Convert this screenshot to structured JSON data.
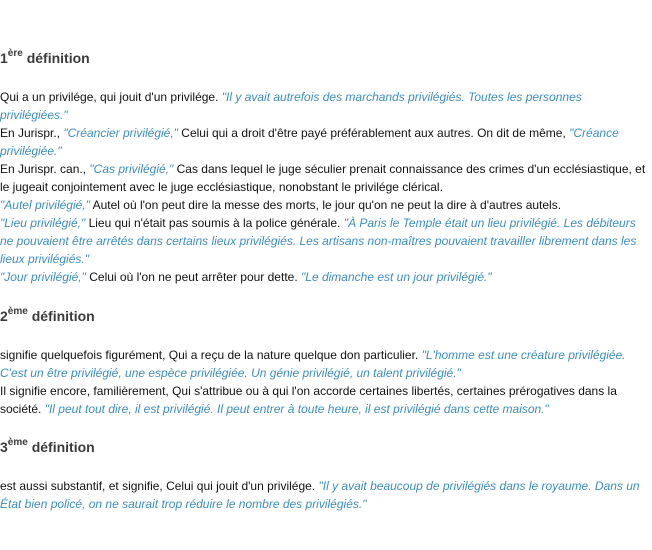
{
  "definitions": [
    {
      "number": "1",
      "suffix": "ère",
      "label": "définition",
      "entries": [
        {
          "text": "Qui a un privilége, qui jouit d'un privilége.",
          "quote": "\"Il y avait autrefois des marchands privilégiés. Toutes les personnes privilégiées.\""
        },
        {
          "text": "En Jurispr.,",
          "quote": "\"Créancier privilégié,\"",
          "text2": "Celui qui a droit d'être payé préférablement aux autres. On dit de même,",
          "quote2": "\"Créance privilégiée.\""
        },
        {
          "text": "En Jurispr. can.,",
          "quote": "\"Cas privilégié,\"",
          "text2": "Cas dans lequel le juge séculier prenait connaissance des crimes d'un ecclésiastique, et le jugeait conjointement avec le juge ecclésiastique, nonobstant le privilége clérical."
        },
        {
          "quote": "\"Autel privilégié,\"",
          "text": "Autel où l'on peut dire la messe des morts, le jour qu'on ne peut la dire à d'autres autels."
        },
        {
          "quote": "\"Lieu privilégié,\"",
          "text": "Lieu qui n'était pas soumis à la police générale.",
          "quote2": "\"À Paris le Temple était un lieu privilégié. Les débiteurs ne pouvaient être arrêtés dans certains lieux privilégiés. Les artisans non-maîtres pouvaient travailler librement dans les lieux privilégiés.\""
        },
        {
          "quote": "\"Jour privilégié,\"",
          "text": "Celui où l'on ne peut arrêter pour dette.",
          "quote2": "\"Le dimanche est un jour privilégié.\""
        }
      ]
    },
    {
      "number": "2",
      "suffix": "ème",
      "label": "définition",
      "entries": [
        {
          "text": "signifie quelquefois figurément, Qui a reçu de la nature quelque don particulier.",
          "quote": "\"L'homme est une créature privilégiée. C'est un être privilégié, une espèce privilégiée. Un génie privilégié, un talent privilégié.\""
        },
        {
          "text": "Il signifie encore, familièrement, Qui s'attribue ou à qui l'on accorde certaines libertés, certaines prérogatives dans la société.",
          "quote": "\"Il peut tout dire, il est privilégié. Il peut entrer à toute heure, il est privilégié dans cette maison.\""
        }
      ]
    },
    {
      "number": "3",
      "suffix": "ème",
      "label": "définition",
      "entries": [
        {
          "text": "est aussi substantif, et signifie, Celui qui jouit d'un privilége.",
          "quote": "\"Il y avait beaucoup de privilégiés dans le royaume. Dans un État bien policé, on ne saurait trop réduire le nombre des privilégiés.\""
        }
      ]
    }
  ]
}
